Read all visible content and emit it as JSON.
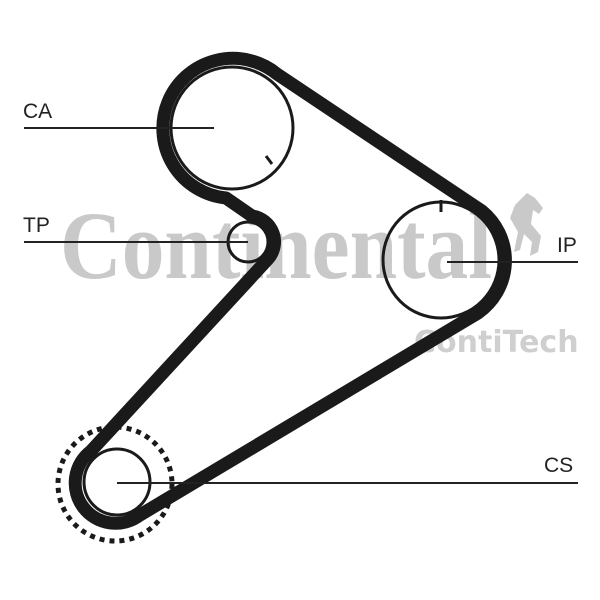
{
  "watermark": {
    "brand": "Continental",
    "sub_brand": "ContiTech"
  },
  "labels": {
    "ca": "CA",
    "tp": "TP",
    "ip": "IP",
    "cs": "CS"
  },
  "colors": {
    "belt": "#1a1a1a",
    "watermark": "#c9c9c9"
  }
}
